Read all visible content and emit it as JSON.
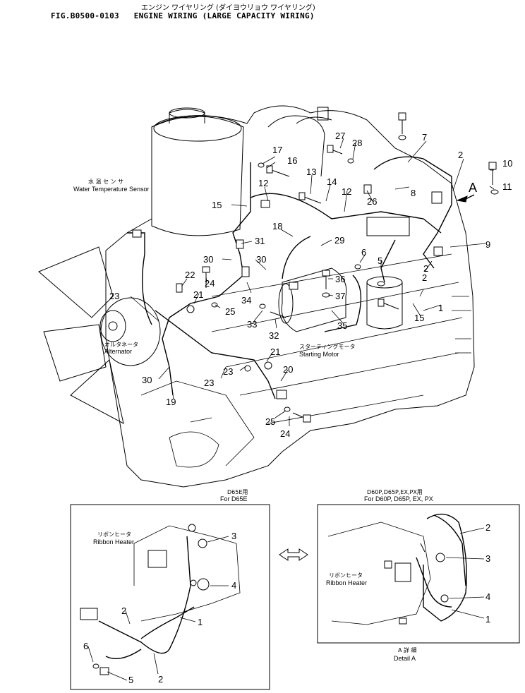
{
  "header": {
    "japanese_title": "エンジン ワイヤリング (ダイヨウリョウ ワイヤリング)",
    "fig_number": "FIG.B0500-0103",
    "title": "ENGINE WIRING (LARGE CAPACITY WIRING)"
  },
  "labels": {
    "water_temp_jp": "水 温 セ ン サ",
    "water_temp_en": "Water Temperature Sensor",
    "alternator_jp": "オルタネータ",
    "alternator_en": "Alternator",
    "starting_motor_jp": "スターティングモータ",
    "starting_motor_en": "Starting Motor",
    "view_a": "A",
    "ribbon_heater_jp": "リボンヒータ",
    "ribbon_heater_en": "Ribbon Heater",
    "detail_a_jp": "A 詳 細",
    "detail_a_en": "Detail A"
  },
  "insets": {
    "left": {
      "title_jp": "D65E用",
      "title_en": "For D65E"
    },
    "right": {
      "title_jp": "D60P,D65P,EX,PX用",
      "title_en": "For D60P, D65P, EX, PX"
    }
  },
  "callouts": {
    "c1": "1",
    "c2": "2",
    "c3": "2",
    "c4": "2",
    "c5": "5",
    "c6": "6",
    "c7": "7",
    "c8": "8",
    "c9": "9",
    "c10": "10",
    "c11": "11",
    "c12": "12",
    "c13": "12",
    "c14": "13",
    "c15": "14",
    "c16": "15",
    "c17": "15",
    "c18": "16",
    "c19": "17",
    "c20": "18",
    "c21": "19",
    "c22": "20",
    "c23": "21",
    "c24": "21",
    "c25": "22",
    "c26": "23",
    "c27": "23",
    "c28": "23",
    "c29": "24",
    "c30": "24",
    "c31": "25",
    "c32": "25",
    "c33": "26",
    "c34": "27",
    "c35": "28",
    "c36": "29",
    "c37": "30",
    "c38": "30",
    "c39": "30",
    "c40": "31",
    "c41": "32",
    "c42": "33",
    "c43": "34",
    "c44": "35",
    "c45": "36",
    "c46": "37",
    "l1": "1",
    "l2": "2",
    "l3": "2",
    "l4": "3",
    "l5": "4",
    "l6": "5",
    "l7": "6",
    "r1": "1",
    "r2": "2",
    "r3": "3",
    "r4": "4"
  }
}
